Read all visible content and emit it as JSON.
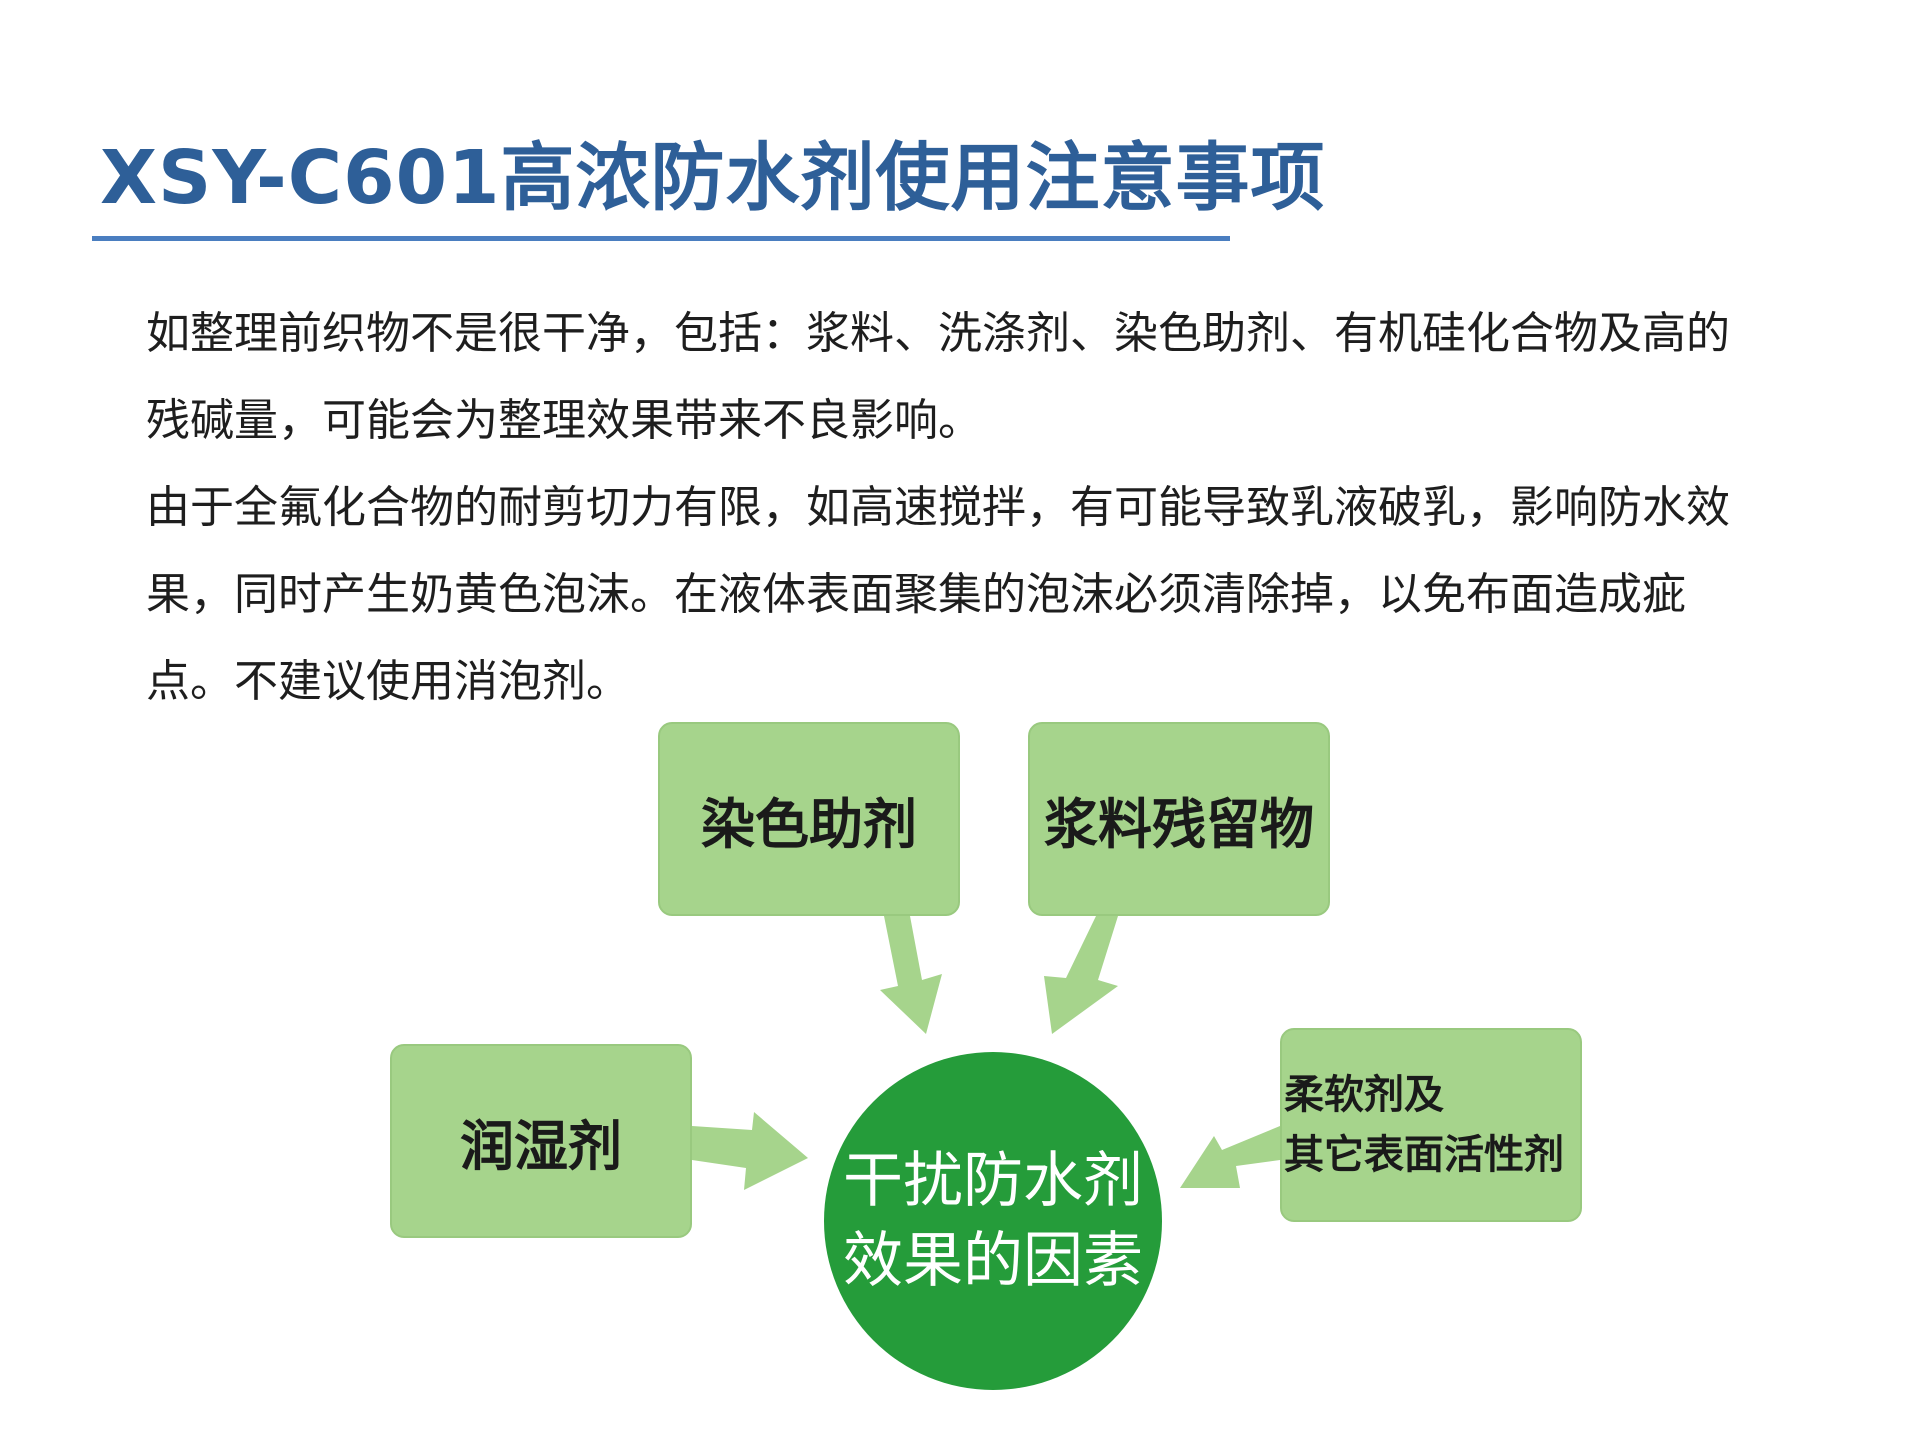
{
  "page": {
    "title": "XSY-C601高浓防水剂使用注意事项"
  },
  "body": {
    "paragraphs": [
      "如整理前织物不是很干净，包括：浆料、洗涤剂、染色助剂、有机硅化合物及高的残碱量，可能会为整理效果带来不良影响。",
      "由于全氟化合物的耐剪切力有限，如高速搅拌，有可能导致乳液破乳，影响防水效果，同时产生奶黄色泡沫。在液体表面聚集的泡沫必须清除掉，以免布面造成疵点。不建议使用消泡剂。"
    ]
  },
  "diagram": {
    "center": "干扰防水剂\n效果的因素",
    "factors": {
      "top_left": "染色助剂",
      "top_right": "浆料残留物",
      "left": "润湿剂",
      "right": "柔软剂及\n其它表面活性剂"
    },
    "colors": {
      "box_fill": "#a6d48c",
      "circle_fill": "#259c3a",
      "title_color": "#2e5f98"
    }
  }
}
